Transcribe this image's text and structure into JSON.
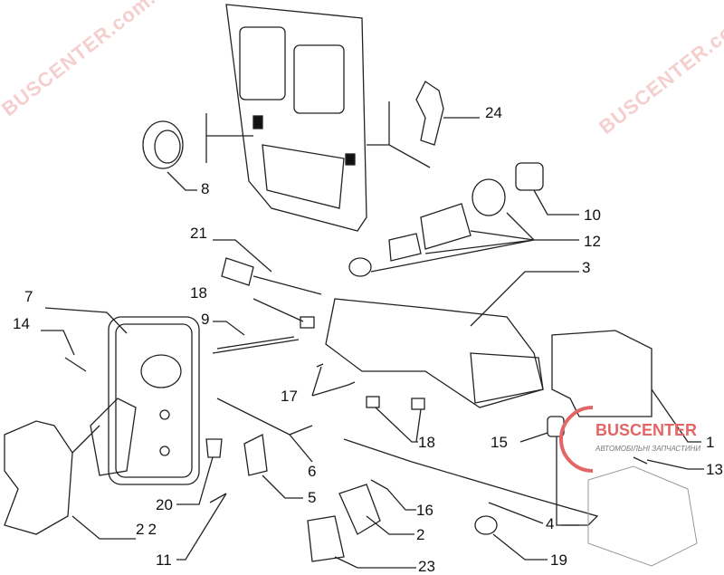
{
  "watermark": "BUSCENTER.com.ua",
  "logo": {
    "title": "BUSCENTER",
    "subtitle": "АВТОМОБІЛЬНІ ЗАПЧАСТИНИ"
  },
  "callouts": [
    "24",
    "8",
    "10",
    "12",
    "21",
    "3",
    "7",
    "18",
    "14",
    "9",
    "17",
    "18",
    "15",
    "1",
    "13",
    "6",
    "5",
    "20",
    "16",
    "22",
    "4",
    "2",
    "11",
    "19",
    "23"
  ]
}
